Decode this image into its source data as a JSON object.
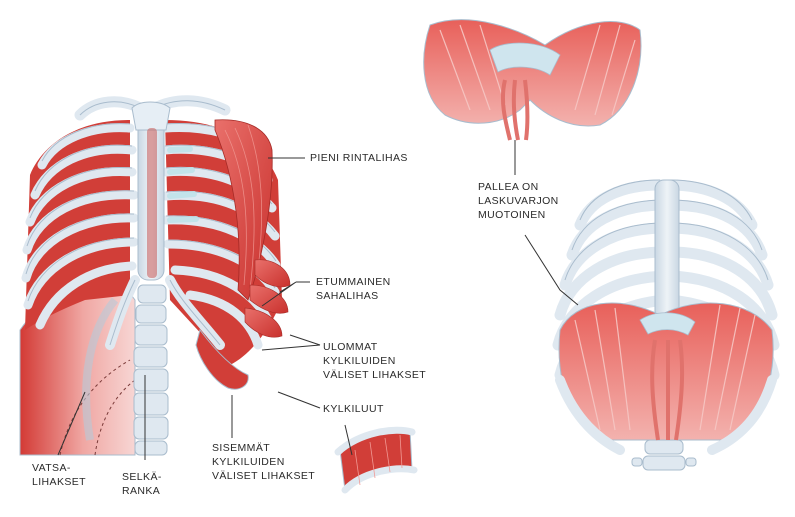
{
  "labels": {
    "pieni_rintalihas": "PIENI RINTALIHAS",
    "etummainen": [
      "ETUMMAINEN",
      "SAHALIHAS"
    ],
    "ulommat": [
      "ULOMMAT",
      "KYLKILUIDEN",
      "VÄLISET LIHAKSET"
    ],
    "kylkiluut": "KYLKILUUT",
    "sisemmat": [
      "SISEMMÄT",
      "KYLKILUIDEN",
      "VÄLISET LIHAKSET"
    ],
    "vatsalihakset": [
      "VATSA-",
      "LIHAKSET"
    ],
    "selkaranka": [
      "SELKÄ-",
      "RANKA"
    ],
    "pallea": [
      "PALLEA ON",
      "LASKUVARJON",
      "MUOTOINEN"
    ]
  },
  "colors": {
    "bone": "#dfe8f0",
    "bone_edge": "#a9bccd",
    "cartilage": "#bfe3ea",
    "muscle": "#d3413c",
    "muscle_light": "#ec8f8a",
    "leader": "#333333"
  }
}
